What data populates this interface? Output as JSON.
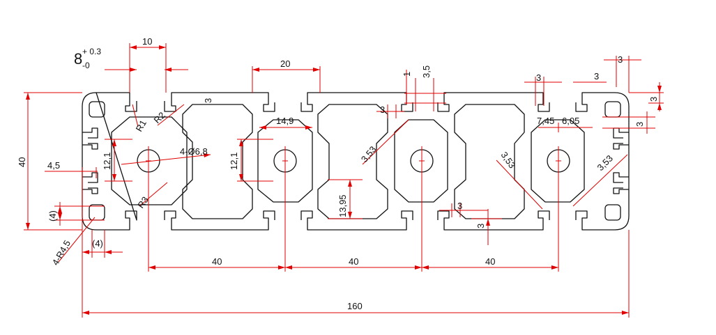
{
  "colors": {
    "outline": "#111111",
    "dimension": "#e00000",
    "background": "#ffffff"
  },
  "slot": {
    "nominal": "8",
    "tol_upper": "+ 0.3",
    "tol_lower": "-0"
  },
  "labels": {
    "slot_width": "10",
    "slot_pitch": "20",
    "lip_depth": "3",
    "lip_1": "1",
    "lip_35": "3,5",
    "wall_top": "3",
    "wall_right_a": "3",
    "wall_right_b": "3",
    "wall_right_c": "3",
    "wall_right_d": "3",
    "slot_3_mid": "3",
    "slot_3_bottom_a": "3",
    "slot_3_bottom_b": "3",
    "height_total": "40",
    "edge_45": "4,5",
    "core_121_left": "12,1",
    "core_121_mid": "12,1",
    "holes": "4-Ø6,8",
    "cavity_149": "14,9",
    "cavity_1395": "13,95",
    "rib_353_a": "3,53",
    "rib_353_b": "3,53",
    "rib_353_c": "3,53",
    "r1": "R1",
    "r2": "R2",
    "r3": "R3",
    "corner_r": "4-R4,5",
    "paren_4_vertical": "(4)",
    "paren_4_horizontal": "(4)",
    "d745": "7,45",
    "d605": "6,05",
    "pitch_1": "40",
    "pitch_2": "40",
    "pitch_3": "40",
    "width_total": "160"
  }
}
